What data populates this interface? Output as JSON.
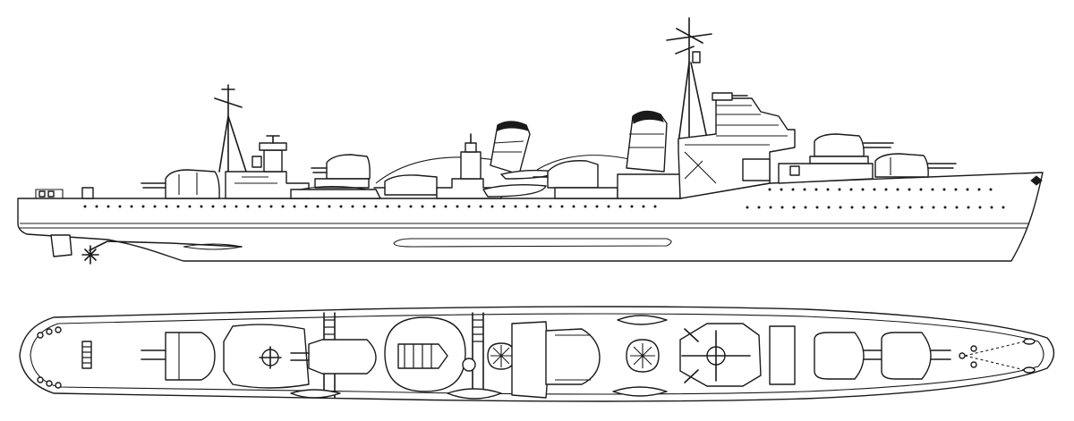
{
  "drawing": {
    "views": [
      {
        "id": "profile",
        "kind": "side-elevation"
      },
      {
        "id": "plan",
        "kind": "top-view"
      }
    ],
    "line_color": "#1a1a1a",
    "background": "#ffffff"
  }
}
